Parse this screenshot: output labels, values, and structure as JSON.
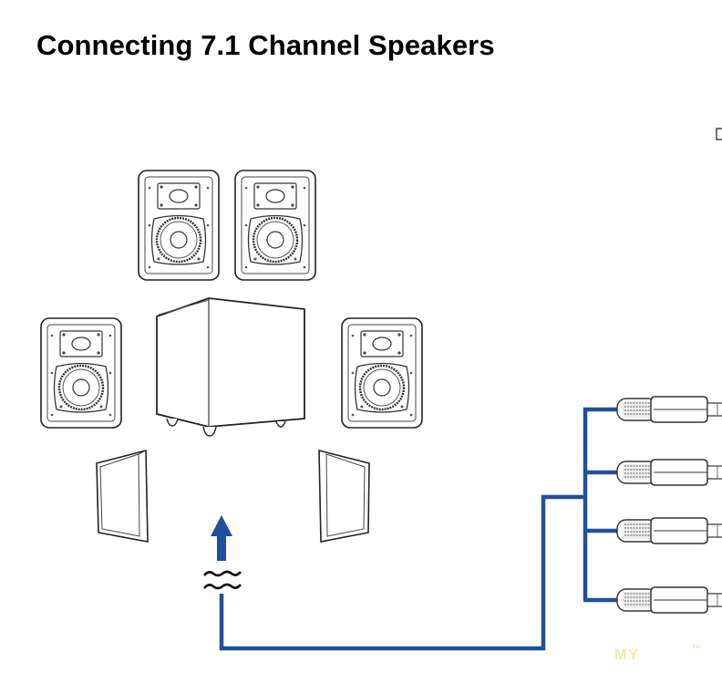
{
  "page": {
    "title": "Connecting 7.1 Channel Speakers"
  },
  "diagram": {
    "speakers": [
      {
        "id": "front-left",
        "type": "bookshelf"
      },
      {
        "id": "front-right",
        "type": "bookshelf"
      },
      {
        "id": "side-left",
        "type": "bookshelf"
      },
      {
        "id": "side-right",
        "type": "bookshelf"
      },
      {
        "id": "subwoofer",
        "type": "subwoofer"
      },
      {
        "id": "rear-left",
        "type": "panel"
      },
      {
        "id": "rear-right",
        "type": "panel"
      }
    ],
    "cable_color": "#1f4f9e",
    "connector_count": 4,
    "icons": {
      "arrow": "arrow-up-icon",
      "break": "wavy-break-icon",
      "jack": "audio-jack-icon"
    }
  },
  "watermark": {
    "text": "MY",
    "suffix": "ru"
  }
}
